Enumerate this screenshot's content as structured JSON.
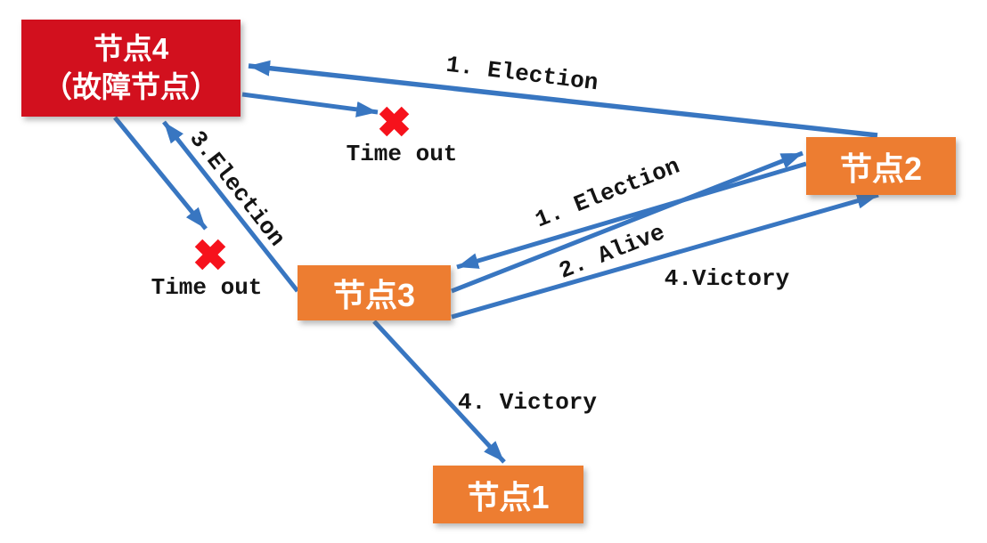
{
  "diagram_type": "bully-election-algorithm",
  "nodes": {
    "node4_line1": "节点4",
    "node4_line2": "（故障节点）",
    "node2": "节点2",
    "node3": "节点3",
    "node1": "节点1"
  },
  "labels": {
    "election_top": "1. Election",
    "timeout_top": "Time out",
    "election3": "3.Election",
    "timeout_left": "Time out",
    "election_mid": "1. Election",
    "alive": "2. Alive",
    "victory_right": "4.Victory",
    "victory_bottom": "4. Victory"
  },
  "colors": {
    "failed_node_fill": "#d2101e",
    "node_fill": "#ed7d31",
    "arrow_blue": "#3876c1",
    "cross_red": "#f6121c",
    "label_text": "#141414",
    "node_text": "#ffffff"
  }
}
